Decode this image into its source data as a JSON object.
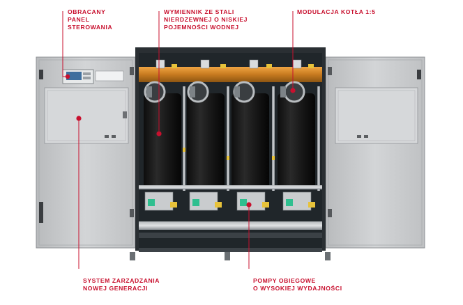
{
  "callouts": {
    "panel": [
      "OBRACANY",
      "PANEL",
      "STEROWANIA"
    ],
    "exchanger": [
      "WYMIENNIK ZE STALI",
      "NIERDZEWNEJ O NISKIEJ",
      "POJEMNOŚCI WODNEJ"
    ],
    "modulation": [
      "MODULACJA KOTŁA 1:5"
    ],
    "system": [
      "SYSTEM ZARZĄDZANIA",
      "NOWEJ GENERACJI"
    ],
    "pumps": [
      "POMPY OBIEGOWE",
      "O WYSOKIEJ WYDAJNOŚCI"
    ]
  },
  "colors": {
    "accent": "#c8102e",
    "cabinet_frame": "#2a2f33",
    "door_panel": "#c9cbcd",
    "header_pipe": "#d98a2b",
    "exchanger_body": "#151515",
    "pipe_metal": "#a9aeb2"
  }
}
